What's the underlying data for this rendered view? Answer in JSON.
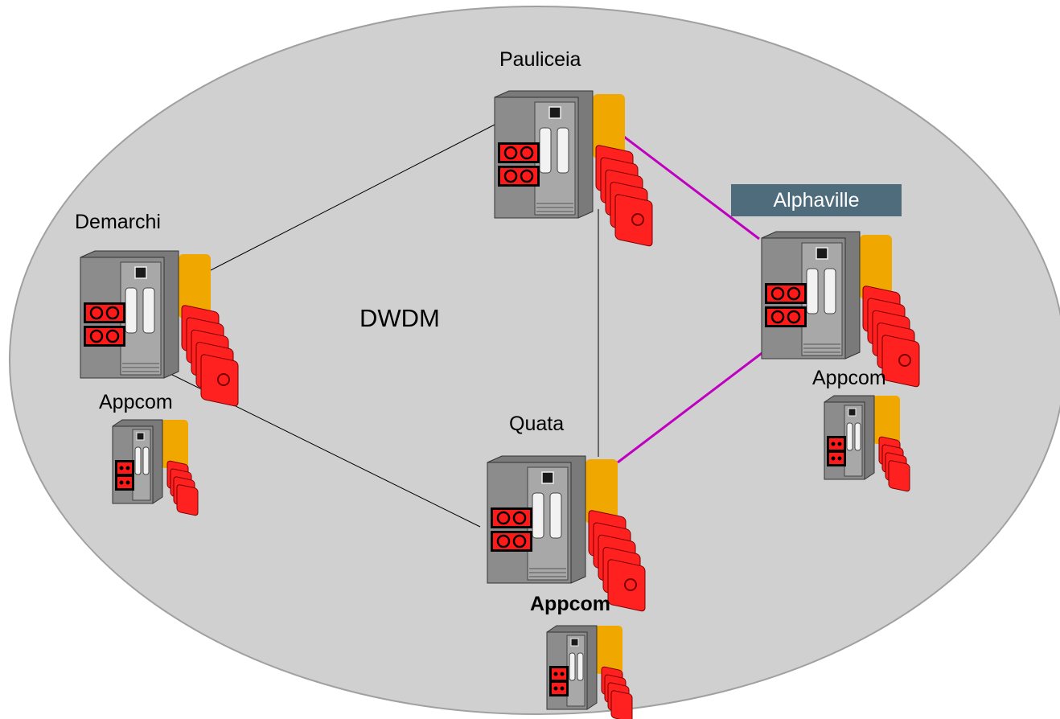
{
  "network": {
    "label": "DWDM"
  },
  "sites": [
    {
      "id": "pauliceia",
      "name": "Pauliceia"
    },
    {
      "id": "demarchi",
      "name": "Demarchi",
      "subsystem": "Appcom"
    },
    {
      "id": "quata",
      "name": "Quata",
      "subsystem": "Appcom"
    },
    {
      "id": "alphaville",
      "name": "Alphaville",
      "subsystem": "Appcom",
      "highlighted": true
    }
  ],
  "links": [
    {
      "from": "pauliceia",
      "to": "demarchi",
      "style": "thin",
      "color": "#000000"
    },
    {
      "from": "pauliceia",
      "to": "quata",
      "style": "thin",
      "color": "#000000"
    },
    {
      "from": "demarchi",
      "to": "quata",
      "style": "thin",
      "color": "#000000"
    },
    {
      "from": "pauliceia",
      "to": "alphaville",
      "style": "thick",
      "color": "#c000c0"
    },
    {
      "from": "alphaville",
      "to": "quata",
      "style": "thick",
      "color": "#c000c0"
    }
  ],
  "colors": {
    "background_ellipse": "#d0d0d0",
    "highlight_badge": "#4e6c7c",
    "tape_red": "#ff1a1a",
    "port_orange": "#f0a800"
  }
}
